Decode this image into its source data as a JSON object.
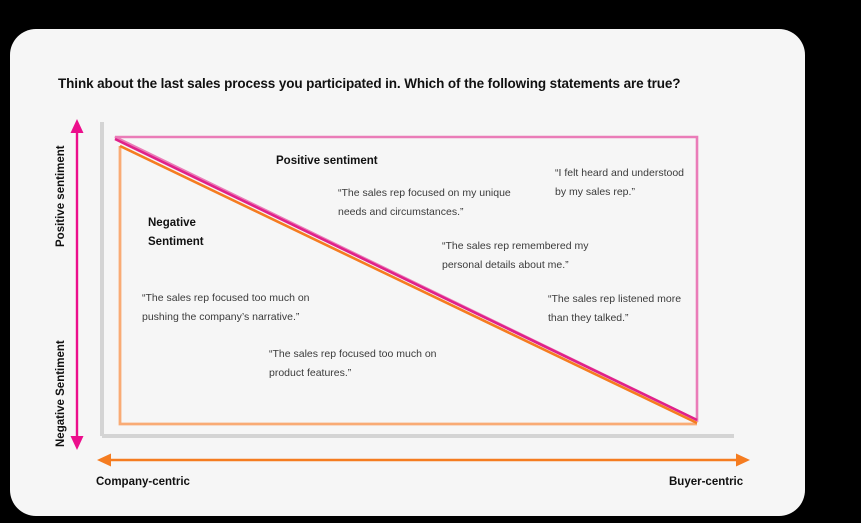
{
  "title": "Think about the last sales process you participated in. Which of the following statements are true?",
  "colors": {
    "magenta": "#e0218a",
    "magenta_light": "#ea7cb8",
    "orange": "#f57c20",
    "orange_light": "#f9ab75",
    "axis_gray": "#d4d4d4",
    "card_bg": "#f6f6f6",
    "page_bg": "#000000",
    "text": "#111111",
    "quote_text": "#3b3b3b"
  },
  "axes": {
    "y": {
      "top_label": "Positive sentiment",
      "bottom_label": "Negative Sentiment",
      "arrow": "double-headed-vertical-arrow",
      "color": "#e0218a"
    },
    "x": {
      "left_label": "Company-centric",
      "right_label": "Buyer-centric",
      "arrow": "double-headed-horizontal-arrow",
      "color": "#f57c20"
    }
  },
  "regions": {
    "positive": "Positive sentiment",
    "negative": "Negative\nSentiment"
  },
  "quotes": [
    "“The sales rep focused on my unique needs and circumstances.”",
    "“I felt heard and understood by my sales rep.”",
    "“The sales rep remembered my personal details about me.”",
    "“The sales rep focused too much on pushing the company’s narrative.”",
    "“The sales rep listened more than they talked.”",
    "“The sales rep focused too much on product features.”"
  ],
  "chart_data": {
    "type": "scatter",
    "title": "Think about the last sales process you participated in. Which of the following statements are true?",
    "xlabel": "Company-centric ↔ Buyer-centric",
    "ylabel": "Negative Sentiment ↔ Positive sentiment",
    "xlim": [
      0,
      1
    ],
    "ylim": [
      0,
      1
    ],
    "grid": false,
    "legend": "none",
    "annotations": [
      {
        "text": "Positive sentiment",
        "x": 0.27,
        "y": 0.95,
        "role": "region-label",
        "region": "positive"
      },
      {
        "text": "Negative Sentiment",
        "x": 0.05,
        "y": 0.78,
        "role": "region-label",
        "region": "negative"
      },
      {
        "text": "“The sales rep focused on my unique needs and circumstances.”",
        "x": 0.38,
        "y": 0.84,
        "region": "positive"
      },
      {
        "text": "“I felt heard and understood by my sales rep.”",
        "x": 0.75,
        "y": 0.92,
        "region": "positive"
      },
      {
        "text": "“The sales rep remembered my personal details about me.”",
        "x": 0.58,
        "y": 0.66,
        "region": "positive"
      },
      {
        "text": "“The sales rep focused too much on pushing the company’s narrative.”",
        "x": 0.05,
        "y": 0.48,
        "region": "negative"
      },
      {
        "text": "“The sales rep listened more than they talked.”",
        "x": 0.74,
        "y": 0.47,
        "region": "positive"
      },
      {
        "text": "“The sales rep focused too much on product features.”",
        "x": 0.27,
        "y": 0.29,
        "region": "negative"
      }
    ],
    "series": [
      {
        "name": "Positive sentiment boundary",
        "type": "line",
        "color": "#e0218a",
        "x": [
          0.0,
          1.0
        ],
        "y": [
          1.0,
          0.0
        ]
      },
      {
        "name": "Negative sentiment boundary",
        "type": "line",
        "color": "#f57c20",
        "x": [
          0.0,
          1.0
        ],
        "y": [
          0.97,
          0.0
        ]
      }
    ]
  }
}
